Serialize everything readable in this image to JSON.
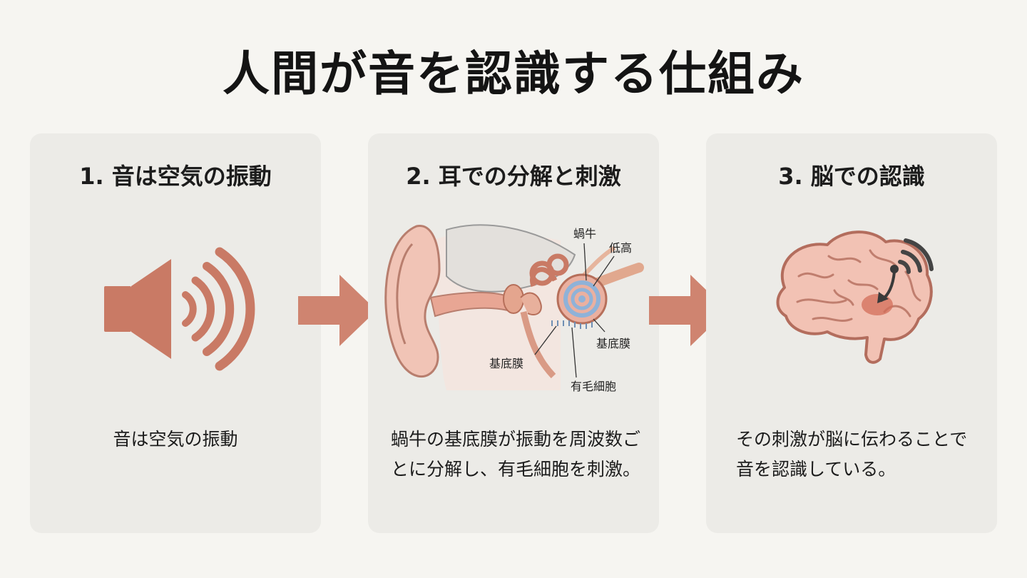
{
  "title": "人間が音を認識する仕組み",
  "steps": [
    {
      "heading": "1. 音は空気の振動",
      "description": "音は空気の振動",
      "illustration_icon": "speaker-sound-waves-icon"
    },
    {
      "heading": "2. 耳での分解と刺激",
      "description": "蝸牛の基底膜が振動を周波数ごとに分解し、有毛細胞を刺激。",
      "illustration_icon": "ear-anatomy-diagram",
      "labels": {
        "cochlea": "蝸牛",
        "pitch": "低高",
        "basilar_membrane_right": "基底膜",
        "basilar_membrane_left": "基底膜",
        "hair_cells": "有毛細胞"
      }
    },
    {
      "heading": "3. 脳での認識",
      "description": "その刺激が脳に伝わることで音を認識している。",
      "illustration_icon": "brain-signal-icon"
    }
  ],
  "colors": {
    "accent": "#c97a65",
    "card_bg": "#ecebe7",
    "page_bg": "#f6f5f1",
    "text": "#1c1c1c"
  }
}
